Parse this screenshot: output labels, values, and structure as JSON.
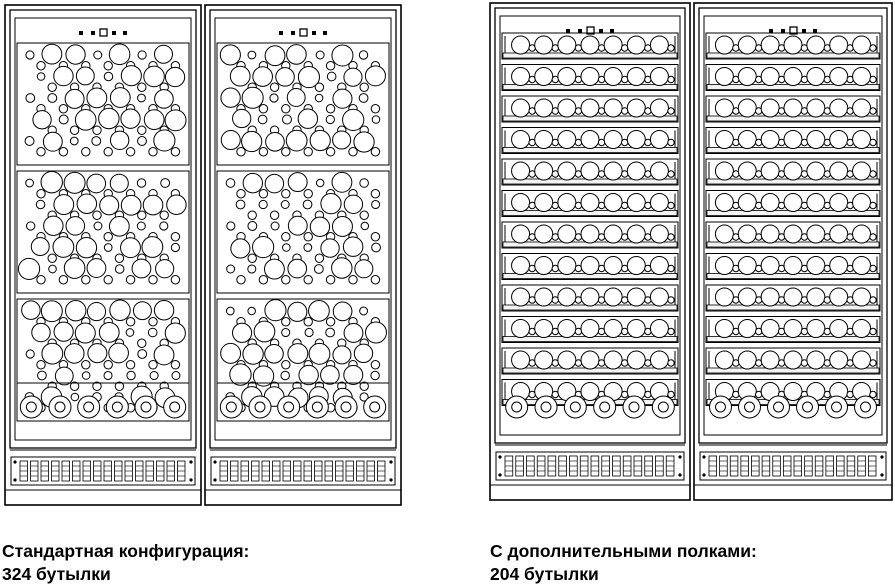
{
  "configurations": [
    {
      "title": "Стандартная конфигурация:",
      "capacity": "324 бутылки",
      "layout": "stacked",
      "units": 2,
      "stacked_sections": 3,
      "bottom_row_bottles": 6
    },
    {
      "title": "С дополнительными полками:",
      "capacity": "204 бутылки",
      "layout": "shelves",
      "units": 2,
      "shelves": 12,
      "bottles_per_shelf": 7,
      "bottom_row_bottles": 6
    }
  ],
  "colors": {
    "line": "#000000",
    "background": "#ffffff",
    "shelf_fill": "#f4f4f4"
  },
  "icons": [
    "control-panel-icon",
    "bottle-icon",
    "vent-grille-icon"
  ]
}
